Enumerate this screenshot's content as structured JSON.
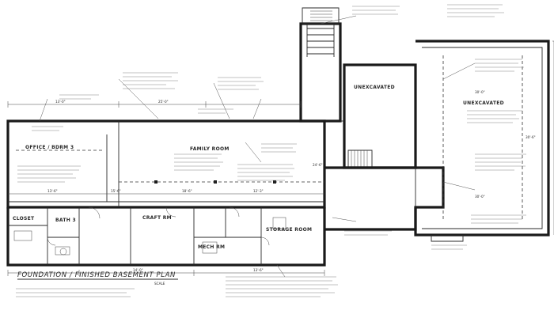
{
  "title": "FOUNDATION / FINISHED BASEMENT PLAN",
  "scale": "SCALE",
  "rooms": {
    "office": "OFFICE / BDRM 3",
    "family": "FAMILY ROOM",
    "unexcavated_left": "UNEXCAVATED",
    "unexcavated_right": "UNEXCAVATED",
    "bath": "BATH 3",
    "craft": "CRAFT RM",
    "storage": "STORAGE ROOM",
    "mech": "MECH RM",
    "closet": "CLOSET"
  },
  "dimensions": {
    "d_left_top": "13'-0\"",
    "d_family_top": "25'-0\"",
    "d_office_w": "13'-6\"",
    "d_office_mid": "15'-6\"",
    "d_family_mid": "18'-6\"",
    "d_hall": "12'-3\"",
    "d_craft": "14'-0\"",
    "d_storage": "13'-6\"",
    "d_right_upper": "30'-0\"",
    "d_right_lower": "30'-0\"",
    "d_side": "24'-6\"",
    "d_right_side": "30'-6\""
  },
  "colors": {
    "ink": "#1a1a1a",
    "paper": "#ffffff"
  }
}
